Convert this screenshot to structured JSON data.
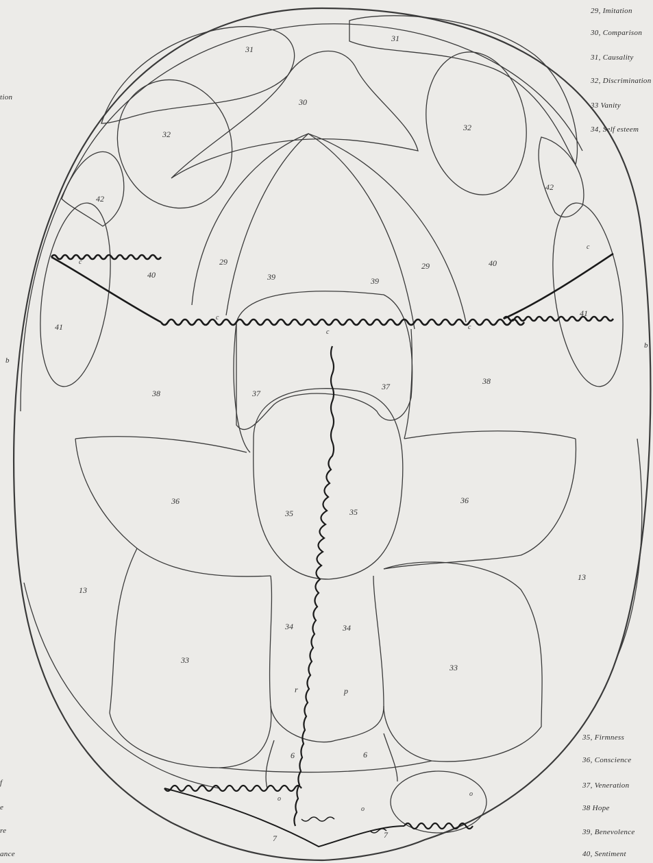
{
  "legend_top": [
    {
      "num": "29",
      "label": "Imitation"
    },
    {
      "num": "30",
      "label": "Comparison"
    },
    {
      "num": "31",
      "label": "Causality"
    },
    {
      "num": "32",
      "label": "Discrimination"
    },
    {
      "num": "33",
      "label": "Vanity"
    },
    {
      "num": "34",
      "label": "Self esteem"
    }
  ],
  "legend_bottom": [
    {
      "num": "35",
      "label": "Firmness"
    },
    {
      "num": "36",
      "label": "Conscience"
    },
    {
      "num": "37",
      "label": "Veneration"
    },
    {
      "num": "38",
      "label": "Hope"
    },
    {
      "num": "39",
      "label": "Benevolence"
    },
    {
      "num": "40",
      "label": "Sentiment"
    }
  ],
  "left_margin_fragments": [
    "tion",
    "b",
    "f",
    "e",
    "re",
    "ance"
  ],
  "right_margin_fragments": [
    "b"
  ],
  "region_labels": {
    "r31a": "31",
    "r31b": "31",
    "r30": "30",
    "r32a": "32",
    "r32b": "32",
    "r42a": "42",
    "r42b": "42",
    "r41a": "41",
    "r41b": "41",
    "r40a": "40",
    "r40b": "40",
    "r29a": "29",
    "r29b": "29",
    "r39a": "39",
    "r39b": "39",
    "r38a": "38",
    "r38b": "38",
    "r37a": "37",
    "r37b": "37",
    "r36a": "36",
    "r36b": "36",
    "r35a": "35",
    "r35b": "35",
    "r34a": "34",
    "r34b": "34",
    "r33a": "33",
    "r33b": "33",
    "r13a": "13",
    "r13b": "13",
    "r6a": "6",
    "r6b": "6",
    "r7a": "7",
    "r7b": "7",
    "rc1": "c",
    "rc2": "c",
    "rc3": "c",
    "rc4": "c",
    "rc5": "c",
    "ro1": "o",
    "ro2": "o",
    "ro3": "o",
    "rpa": "r",
    "rpb": "p"
  }
}
